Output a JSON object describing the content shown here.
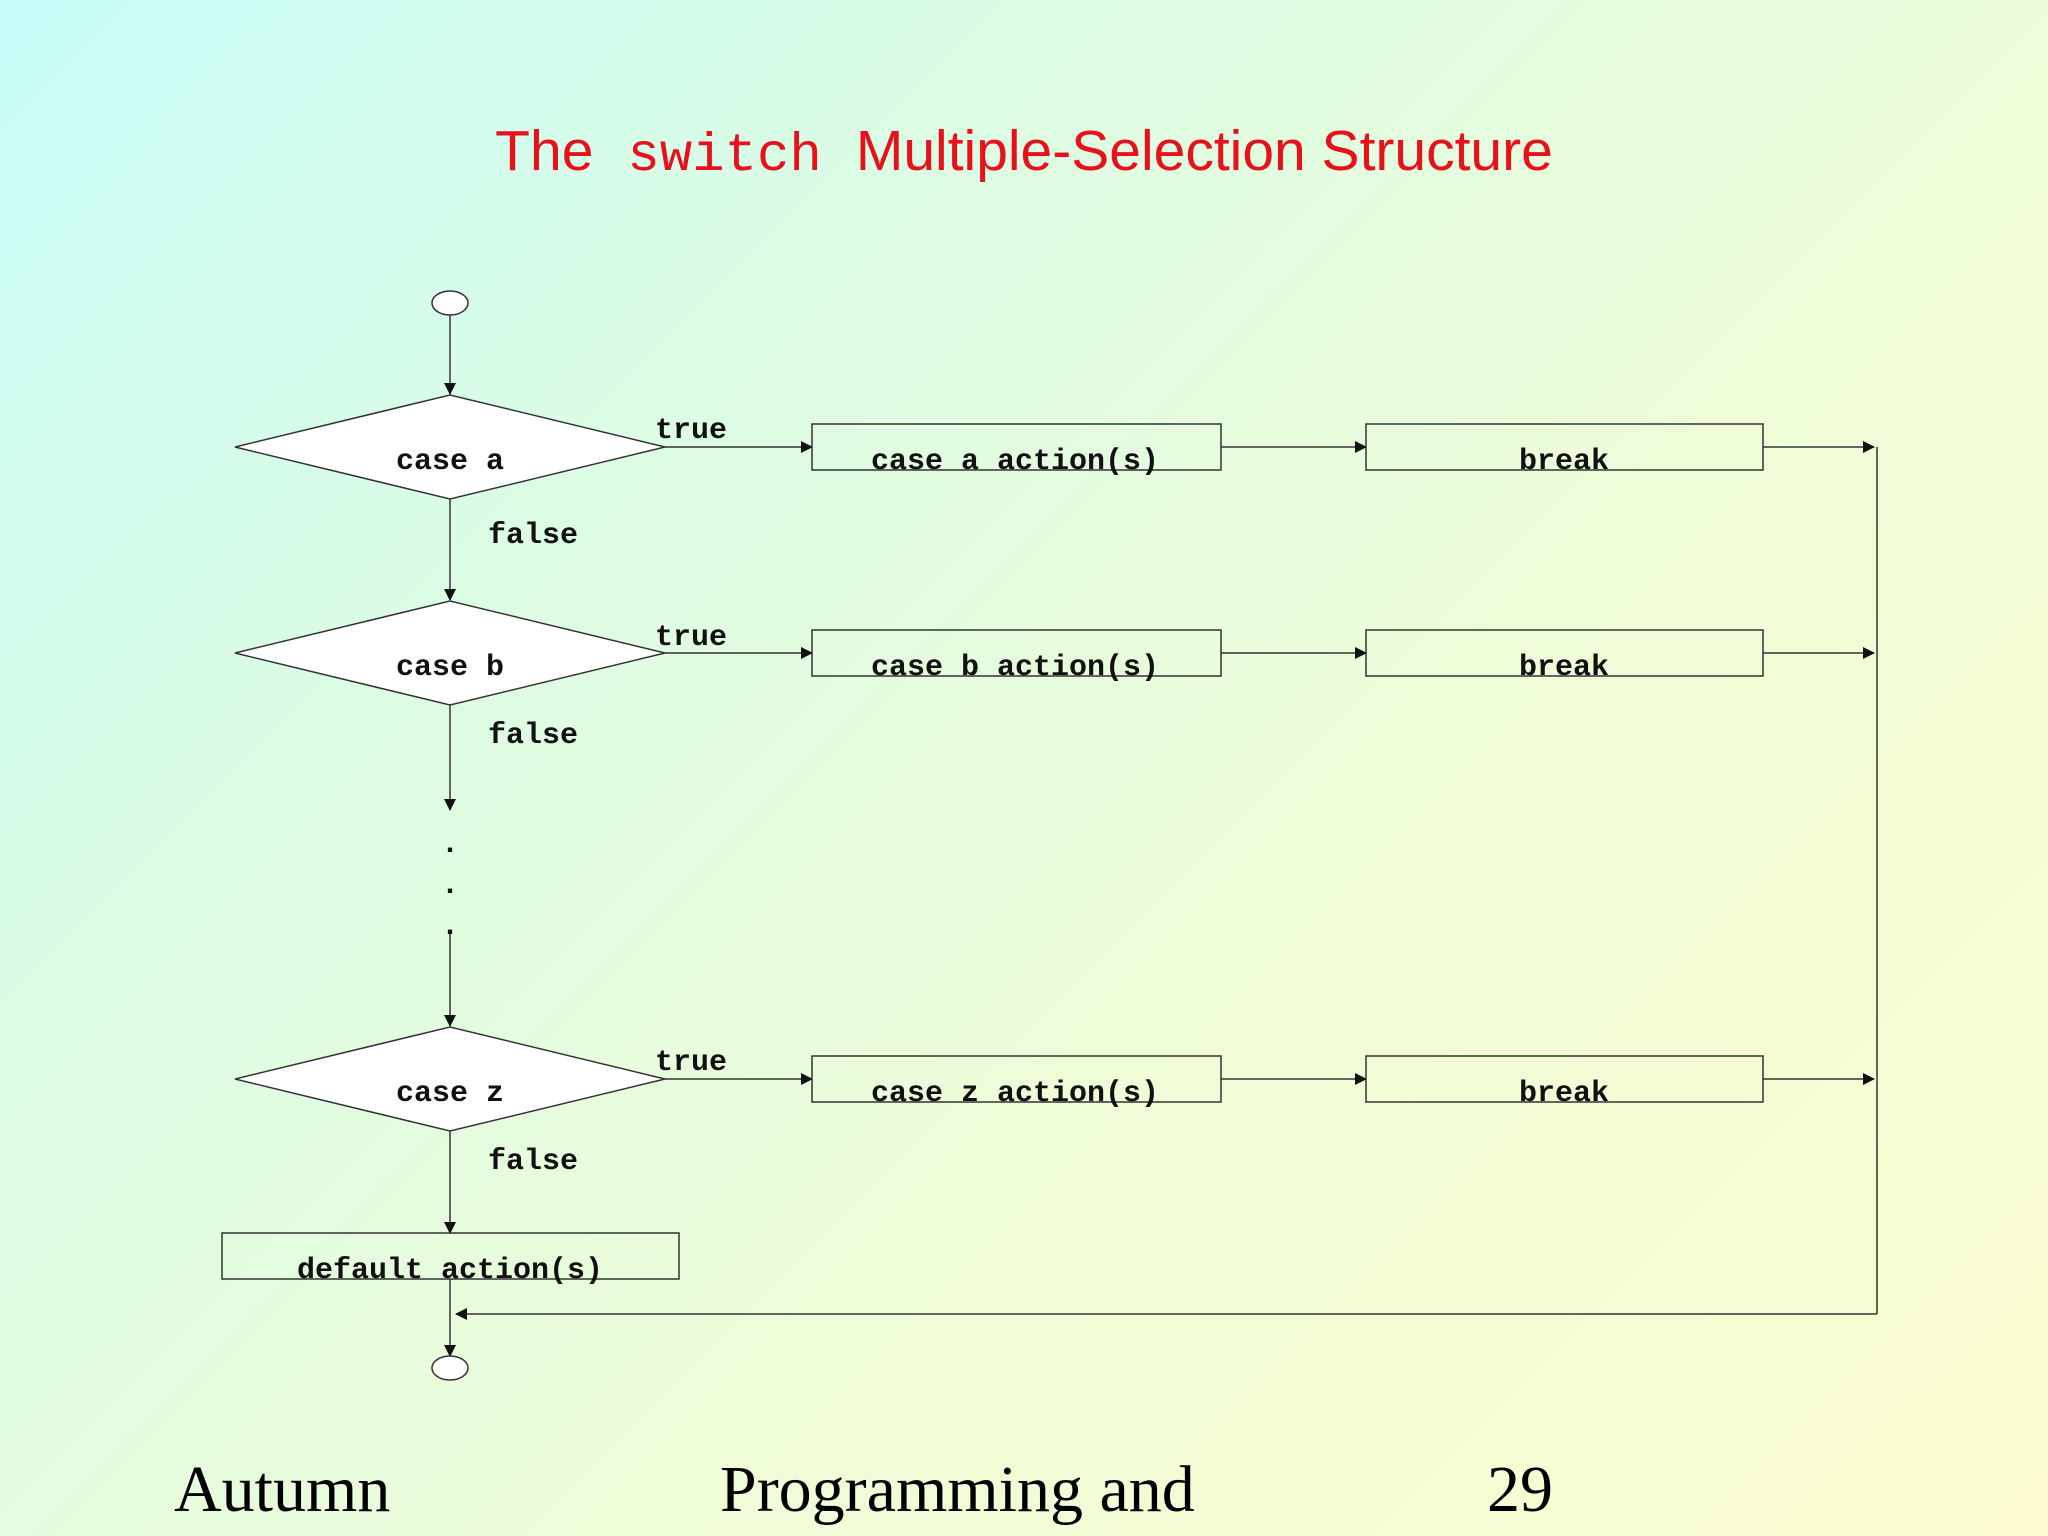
{
  "title": {
    "prefix": "The",
    "code": "switch",
    "suffix": "Multiple-Selection Structure"
  },
  "flowchart": {
    "cases": [
      {
        "condition": "case a",
        "true_label": "true",
        "false_label": "false",
        "action": "case a action(s)",
        "break_label": "break"
      },
      {
        "condition": "case b",
        "true_label": "true",
        "false_label": "false",
        "action": "case b action(s)",
        "break_label": "break"
      },
      {
        "condition": "case z",
        "true_label": "true",
        "false_label": "false",
        "action": "case z action(s)",
        "break_label": "break"
      }
    ],
    "ellipsis": [
      ".",
      ".",
      "."
    ],
    "default_action": "default action(s)"
  },
  "footer": {
    "left": "Autumn",
    "center": "Programming and",
    "page_number": "29"
  }
}
